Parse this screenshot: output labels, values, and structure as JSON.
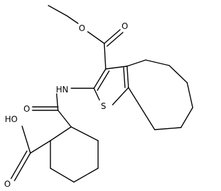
{
  "structure": {
    "atom_labels": {
      "ester_ether_o": "O",
      "ester_carbonyl_o": "O",
      "amide_nh": "HN",
      "thiophene_s": "S",
      "amide_carbonyl_o": "O",
      "acid_oh": "HO",
      "acid_carbonyl_o": "O"
    }
  }
}
